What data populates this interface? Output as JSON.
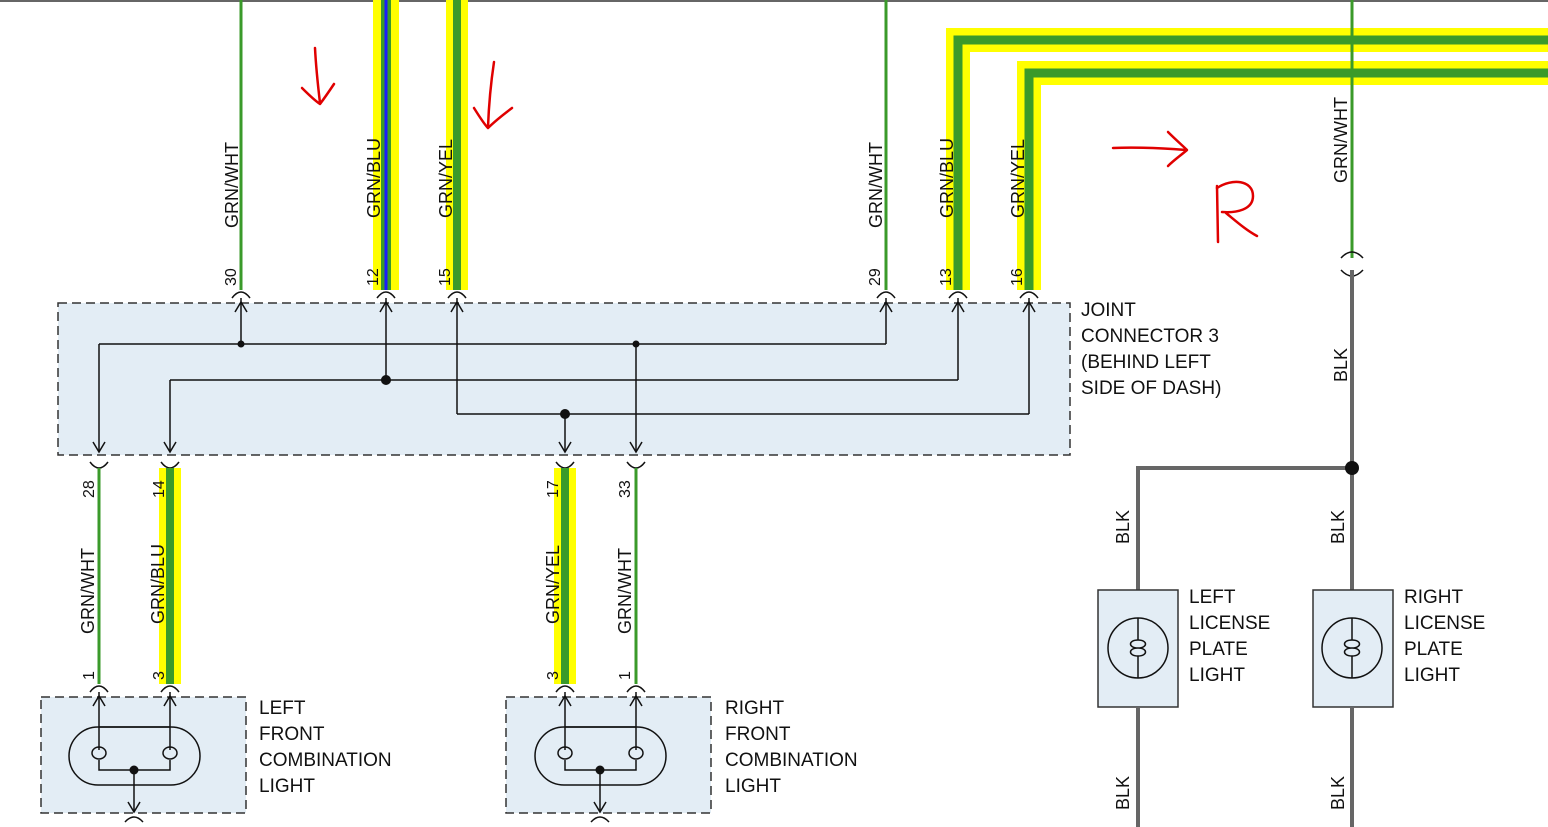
{
  "colors": {
    "green": "#3a9a2a",
    "yellow": "#ffff00",
    "blue": "#1a1aff",
    "black_wire": "#666666",
    "box_fill": "#e3edf5",
    "annotation_red": "#e00000"
  },
  "joint_connector": {
    "label_lines": [
      "JOINT",
      "CONNECTOR 3",
      "(BEHIND LEFT",
      "SIDE OF DASH)"
    ]
  },
  "top_wires": [
    {
      "pin": "30",
      "color_code": "GRN/WHT"
    },
    {
      "pin": "12",
      "color_code": "GRN/BLU"
    },
    {
      "pin": "15",
      "color_code": "GRN/YEL"
    },
    {
      "pin": "29",
      "color_code": "GRN/WHT"
    },
    {
      "pin": "13",
      "color_code": "GRN/BLU"
    },
    {
      "pin": "16",
      "color_code": "GRN/YEL"
    }
  ],
  "bottom_wires": [
    {
      "pin": "28",
      "color_code": "GRN/WHT"
    },
    {
      "pin": "14",
      "color_code": "GRN/BLU"
    },
    {
      "pin": "17",
      "color_code": "GRN/YEL"
    },
    {
      "pin": "33",
      "color_code": "GRN/WHT"
    }
  ],
  "left_front_light": {
    "label_lines": [
      "LEFT",
      "FRONT",
      "COMBINATION",
      "LIGHT"
    ],
    "pins": [
      "1",
      "3"
    ]
  },
  "right_front_light": {
    "label_lines": [
      "RIGHT",
      "FRONT",
      "COMBINATION",
      "LIGHT"
    ],
    "pins": [
      "3",
      "1"
    ]
  },
  "license_feed": {
    "top_code": "GRN/WHT",
    "below_code": "BLK"
  },
  "left_license_light": {
    "label_lines": [
      "LEFT",
      "LICENSE",
      "PLATE",
      "LIGHT"
    ],
    "wire_above": "BLK",
    "wire_below": "BLK"
  },
  "right_license_light": {
    "label_lines": [
      "RIGHT",
      "LICENSE",
      "PLATE",
      "LIGHT"
    ],
    "wire_above": "BLK",
    "wire_below": "BLK"
  },
  "annotation": {
    "letter": "R"
  }
}
